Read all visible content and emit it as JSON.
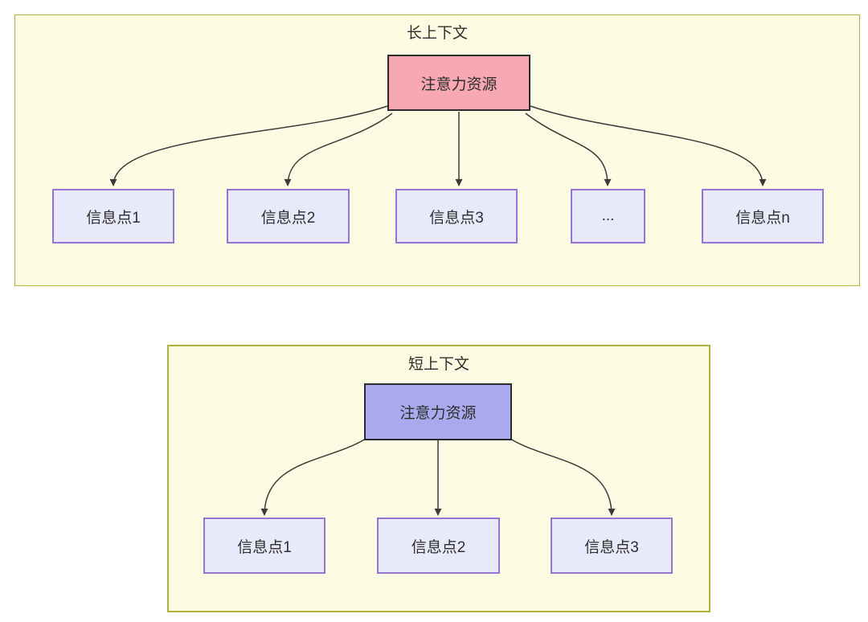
{
  "palette": {
    "panel_fill": "#fcfce2",
    "panel_border": "#b2b240",
    "node_fill": "#e9e9fc",
    "node_border": "#9673d2",
    "hub_border": "#2b2b2b",
    "arrow": "#3a3a3a",
    "text": "#2e2e2e"
  },
  "sections": [
    {
      "title": "长上下文",
      "hub": {
        "label": "注意力资源",
        "fill": "#f8a8b2"
      },
      "nodes": [
        {
          "label": "信息点1"
        },
        {
          "label": "信息点2"
        },
        {
          "label": "信息点3"
        },
        {
          "label": "..."
        },
        {
          "label": "信息点n"
        }
      ]
    },
    {
      "title": "短上下文",
      "hub": {
        "label": "注意力资源",
        "fill": "#a9aaed"
      },
      "nodes": [
        {
          "label": "信息点1"
        },
        {
          "label": "信息点2"
        },
        {
          "label": "信息点3"
        }
      ]
    }
  ]
}
